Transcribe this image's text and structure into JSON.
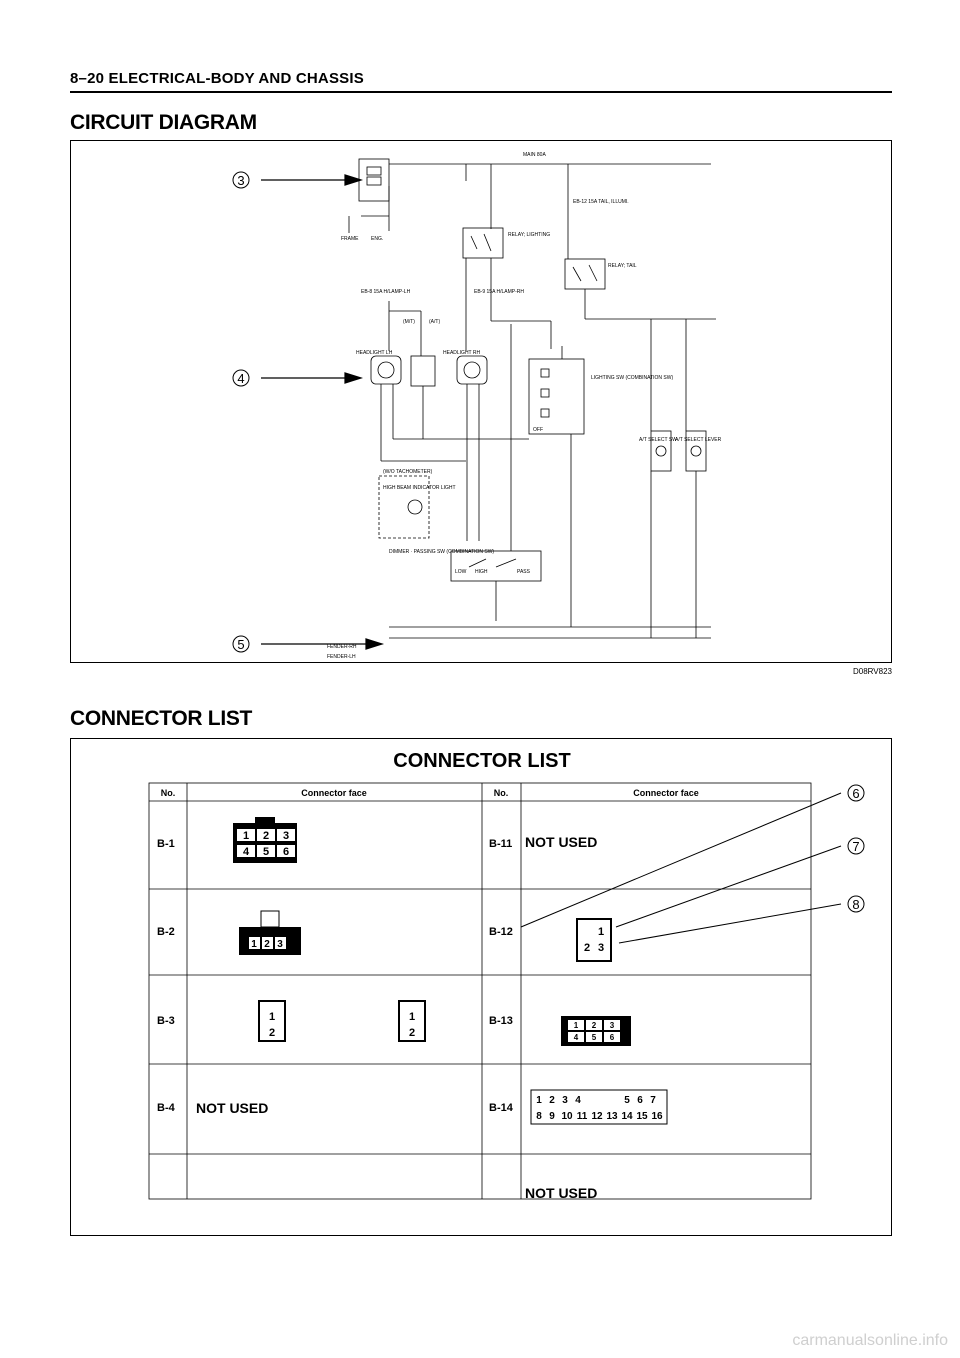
{
  "header": {
    "title": "8–20  ELECTRICAL-BODY AND CHASSIS"
  },
  "sections": {
    "circuit": "CIRCUIT DIAGRAM",
    "connectors": "CONNECTOR LIST"
  },
  "diagram": {
    "figure_id": "D08RV823",
    "callouts": [
      "3",
      "4",
      "5"
    ],
    "labels": {
      "main_fuse": "MAIN\n80A",
      "fuse_eb12": "EB-12\n15A TAIL, ILLUMI.",
      "fuse_eb8": "EB-8\n15A\nH/LAMP-LH",
      "fuse_eb9": "EB-9\n15A\nH/LAMP-RH",
      "relay_lighting": "RELAY;\nLIGHTING",
      "relay_tail": "RELAY;\nTAIL",
      "frame": "FRAME",
      "engine": "ENG.",
      "headlight_lh": "HEADLIGHT LH",
      "headlight_rh": "HEADLIGHT RH",
      "lighting_sw": "LIGHTING SW\n(COMBINATION SW)",
      "off": "OFF",
      "dimmer_sw": "DIMMER · PASSING SW\n(COMBINATION SW)",
      "low": "LOW",
      "high": "HIGH",
      "pass": "PASS",
      "tachometer": "(W/O TACHOMETER)",
      "high_beam": "HIGH BEAM\nINDICATOR LIGHT",
      "fender_rh": "FENDER-RH",
      "fender_lh": "FENDER-LH",
      "at_select_sw": "A/T SELECT SW",
      "at_select_lever": "A/T SELECT LEVER",
      "mt": "(M/T)",
      "at": "(A/T)"
    }
  },
  "connector_list": {
    "title": "CONNECTOR LIST",
    "columns": {
      "no": "No.",
      "face": "Connector face"
    },
    "callouts": [
      "6",
      "7",
      "8"
    ],
    "left_rows": [
      {
        "no": "B-1",
        "face": ""
      },
      {
        "no": "B-2",
        "face": ""
      },
      {
        "no": "B-3",
        "face": ""
      },
      {
        "no": "B-4",
        "face": "NOT USED"
      }
    ],
    "right_rows": [
      {
        "no": "B-11",
        "face": "NOT USED"
      },
      {
        "no": "B-12",
        "face": ""
      },
      {
        "no": "B-13",
        "face": ""
      },
      {
        "no": "B-14",
        "face": ""
      },
      {
        "no": "",
        "face": "NOT USED"
      }
    ],
    "pins": {
      "b1": [
        "1",
        "2",
        "3",
        "4",
        "5",
        "6"
      ],
      "b2": [
        "1",
        "2",
        "3"
      ],
      "b3": [
        "1",
        "2"
      ],
      "b12": [
        "1",
        "2",
        "3"
      ],
      "b13": [
        "1",
        "2",
        "3",
        "4",
        "5",
        "6"
      ],
      "b14_top": [
        "1",
        "2",
        "3",
        "4",
        "5",
        "6",
        "7"
      ],
      "b14_bottom": [
        "8",
        "9",
        "10",
        "11",
        "12",
        "13",
        "14",
        "15",
        "16"
      ]
    }
  },
  "footer": {
    "watermark": "carmanualsonline.info"
  }
}
